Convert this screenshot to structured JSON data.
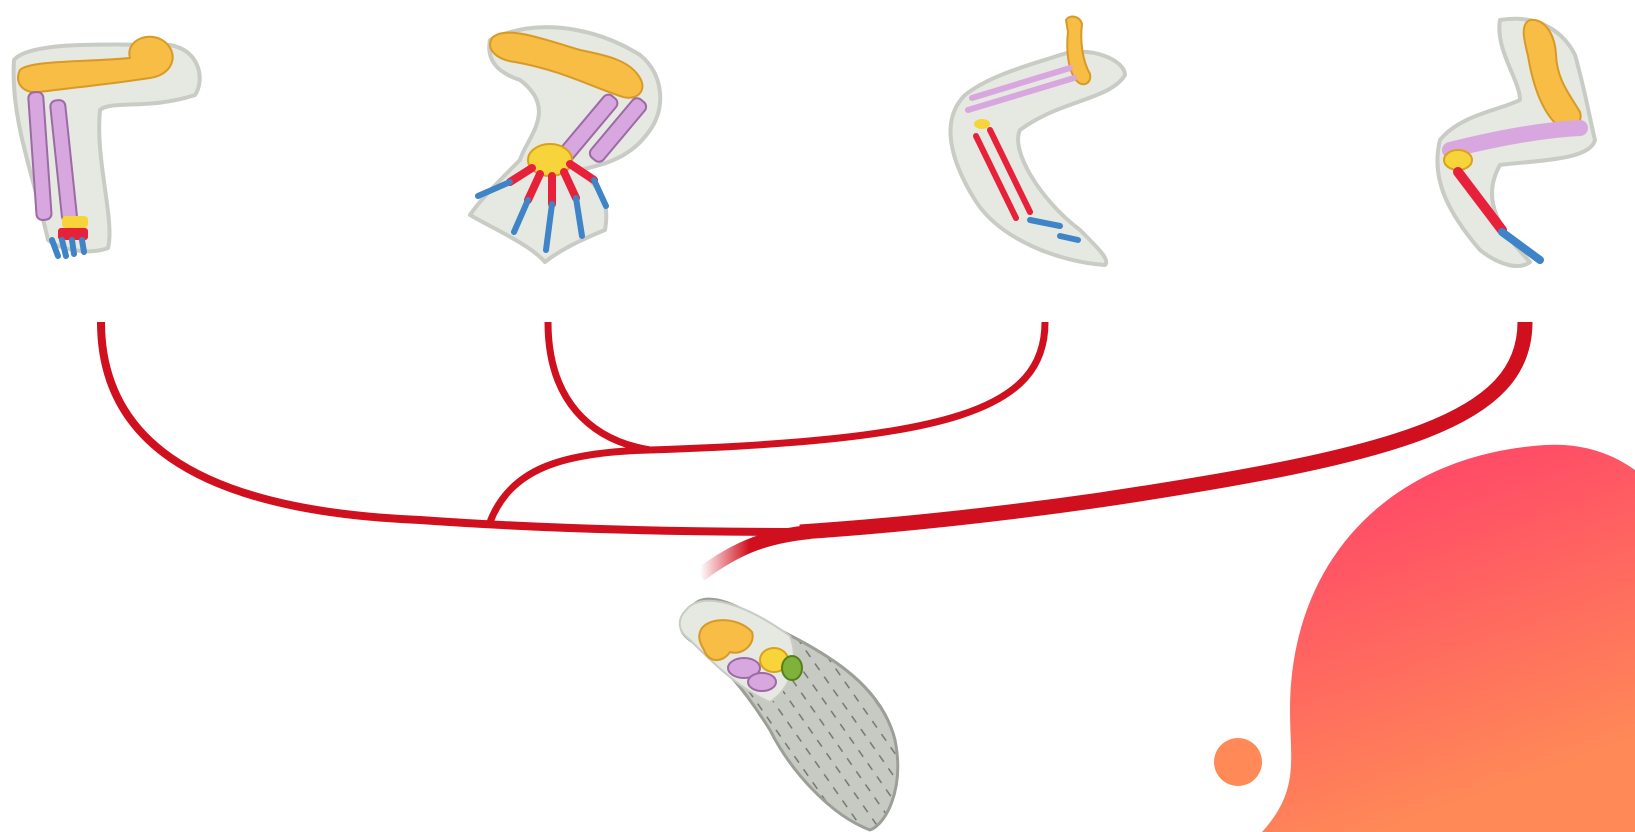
{
  "colors": {
    "background": "#ffffff",
    "tree": "#d0101e",
    "skin": "#e6e8e2",
    "skin_shade": "#c9ccc4",
    "humerus": "#f7bd45",
    "radius_ulna": "#d9a7df",
    "carpals": "#f7d43a",
    "metacarpals": "#e8213a",
    "phalanges": "#3f84c6",
    "ancestor_green": "#7fb238",
    "ancestor_fin": "#bfc1bb",
    "blob_top": "#ff3b6b",
    "blob_bottom": "#ff8a57",
    "dot": "#ff8a57"
  },
  "limbs": [
    {
      "id": "limb-1",
      "icon": "forelimb-bent-down"
    },
    {
      "id": "limb-2",
      "icon": "forelimb-with-claws"
    },
    {
      "id": "limb-3",
      "icon": "forelimb-wing"
    },
    {
      "id": "limb-4",
      "icon": "forelimb-flipper-hoof"
    }
  ],
  "ancestor": {
    "icon": "lobe-fin-ancestor"
  },
  "decor": {
    "icon": "gradient-blob"
  }
}
